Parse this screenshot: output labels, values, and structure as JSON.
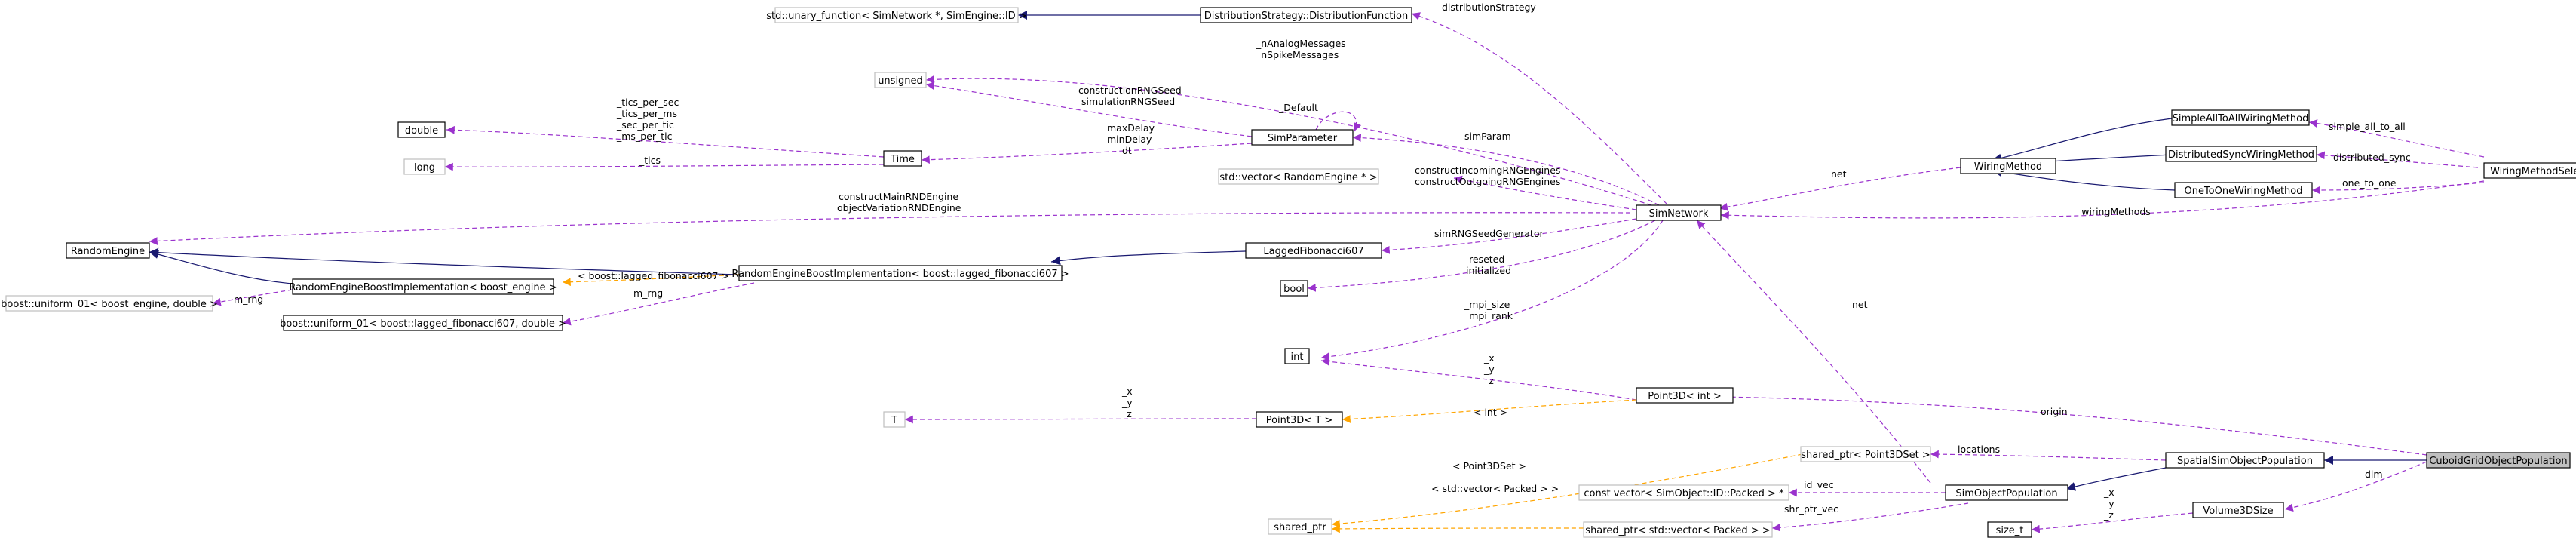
{
  "colors": {
    "inherit": "#191970",
    "usage": "#9a32cd",
    "template": "#ffa500",
    "node_border": "#000000",
    "node_border_external": "#bfbfbf",
    "highlight_fill": "#bfbfbf",
    "node_fill": "#ffffff"
  },
  "nodes": {
    "unary_function": "std::unary_function< SimNetwork *, SimEngine::ID >",
    "distribution_strategy_fn": "DistributionStrategy::DistributionFunction",
    "unsigned_t": "unsigned",
    "double_t": "double",
    "long_t": "long",
    "time": "Time",
    "sim_parameter": "SimParameter",
    "vector_random_engine": "std::vector< RandomEngine * >",
    "random_engine": "RandomEngine",
    "reb_boost_engine": "RandomEngineBoostImplementation< boost_engine >",
    "reb_lagged": "RandomEngineBoostImplementation< boost::lagged_fibonacci607 >",
    "lagged_fibonacci": "LaggedFibonacci607",
    "uniform_boost_engine": "boost::uniform_01< boost_engine, double >",
    "uniform_lagged": "boost::uniform_01< boost::lagged_fibonacci607, double >",
    "bool_t": "bool",
    "int_t": "int",
    "t_param": "T",
    "point3d_t": "Point3D< T >",
    "point3d_int": "Point3D< int >",
    "sim_network": "SimNetwork",
    "wiring_method": "WiringMethod",
    "simple_all_to_all": "SimpleAllToAllWiringMethod",
    "distributed_sync": "DistributedSyncWiringMethod",
    "one_to_one": "OneToOneWiringMethod",
    "wiring_method_selector": "WiringMethodSelector",
    "shared_ptr": "shared_ptr",
    "shared_ptr_point3dset": "shared_ptr< Point3DSet >",
    "const_vector_simobject": "const vector< SimObject::ID::Packed > *",
    "shared_ptr_vector_packed": "shared_ptr< std::vector< Packed > >",
    "sim_object_population": "SimObjectPopulation",
    "spatial_sim_object_population": "SpatialSimObjectPopulation",
    "cuboid_grid_object_population": "CuboidGridObjectPopulation",
    "size_t_t": "size_t",
    "volume3d_size": "Volume3DSize"
  },
  "edge_labels": {
    "distribution_strategy": "distributionStrategy",
    "n_analog_messages": "_nAnalogMessages",
    "n_spike_messages": "_nSpikeMessages",
    "construction_rng_seed": "constructionRNGSeed",
    "simulation_rng_seed": "simulationRNGSeed",
    "tics_per_sec": "_tics_per_sec",
    "tics_per_ms": "_tics_per_ms",
    "sec_per_tic": "_sec_per_tic",
    "ms_per_tic": "_ms_per_tic",
    "tics": "_tics",
    "max_delay": "maxDelay",
    "min_delay": "minDelay",
    "dt": "dt",
    "default": "_Default",
    "sim_param": "simParam",
    "construct_incoming": "constructIncomingRNGEngines",
    "construct_outgoing": "constructOutgoingRNGEngines",
    "construct_main": "constructMainRNDEngine",
    "object_variation": "objectVariationRNDEngine",
    "net_wiring": "net",
    "simple_all_to_all_lbl": "simple_all_to_all",
    "distributed_sync_lbl": "distributed_sync",
    "one_to_one_lbl": "one_to_one",
    "wiring_methods": "_wiringMethods",
    "sim_rng_seed_generator": "simRNGSeedGenerator",
    "boost_lagged_tmpl": "< boost::lagged_fibonacci607 >",
    "m_rng_1": "m_rng",
    "m_rng_2": "m_rng",
    "reseted": "reseted",
    "initialized": "initialized",
    "mpi_size": "_mpi_size",
    "mpi_rank": "_mpi_rank",
    "pxyz_x": "_x",
    "pxyz_y": "_y",
    "pxyz_z": "_z",
    "t_x": "_x",
    "t_y": "_y",
    "t_z": "_z",
    "int_tmpl": "< int >",
    "origin": "origin",
    "net_pop": "net",
    "locations": "locations",
    "point3dset_tmpl": "< Point3DSet >",
    "id_vec": "id_vec",
    "vector_packed_tmpl": "< std::vector< Packed > >",
    "shr_ptr_vec": "shr_ptr_vec",
    "dim": "dim",
    "vs_x": "_x",
    "vs_y": "_y",
    "vs_z": "_z"
  }
}
